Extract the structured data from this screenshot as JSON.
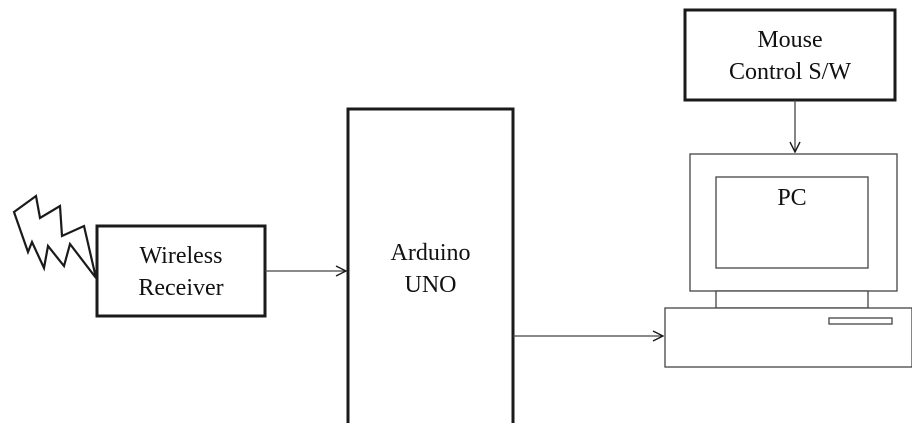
{
  "nodes": {
    "wireless_receiver": {
      "line1": "Wireless",
      "line2": "Receiver"
    },
    "arduino": {
      "line1": "Arduino",
      "line2": "UNO"
    },
    "mouse_sw": {
      "line1": "Mouse",
      "line2": "Control S/W"
    },
    "pc": {
      "label": "PC"
    }
  },
  "edges": [
    {
      "from": "Wireless Receiver",
      "to": "Arduino UNO"
    },
    {
      "from": "Arduino UNO",
      "to": "PC"
    },
    {
      "from": "Mouse Control S/W",
      "to": "PC"
    }
  ],
  "icons": {
    "antenna": "lightning-signal-icon"
  },
  "colors": {
    "stroke": "#1a1a1a",
    "background": "#ffffff"
  }
}
